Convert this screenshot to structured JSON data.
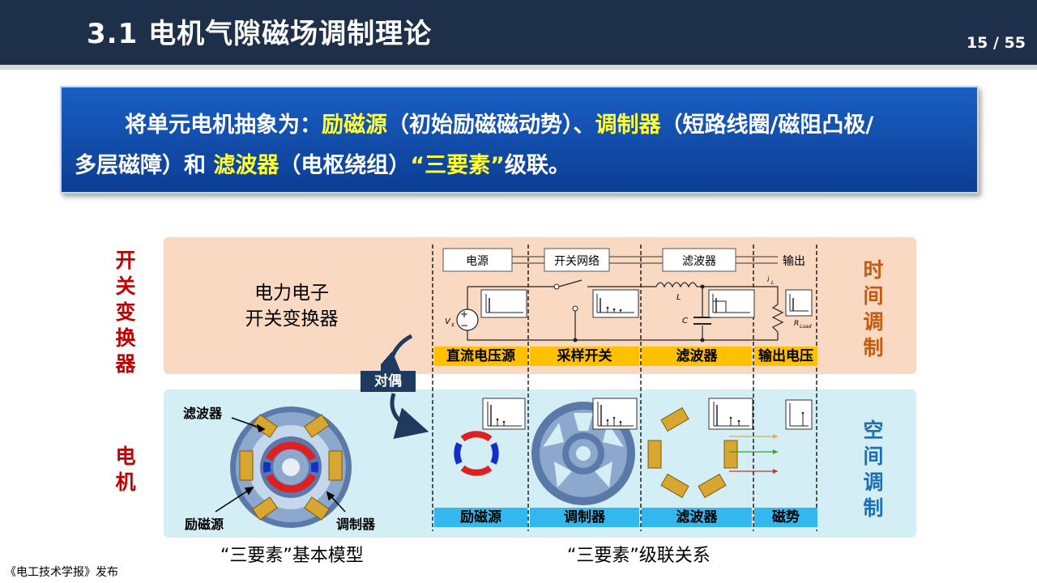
{
  "header": {
    "title": "3.1 电机气隙磁场调制理论",
    "page": "15 / 55"
  },
  "banner": {
    "line1": {
      "p1": "将单元电机抽象为：",
      "h1": "励磁源",
      "p2": "（初始励磁磁动势）、",
      "h2": "调制器",
      "p3": "（短路线圈/磁阻凸极/"
    },
    "line2": {
      "p1": "多层磁障）和 ",
      "h1": "滤波器",
      "p2": "（电枢绕组）",
      "h2": "“三要素”",
      "p3": "级联。"
    }
  },
  "left_labels": {
    "switch_converter": [
      "开",
      "关",
      "变",
      "换",
      "器"
    ],
    "motor": [
      "电",
      "机"
    ]
  },
  "right_labels": {
    "time_modulation": [
      "时",
      "间",
      "调",
      "制"
    ],
    "space_modulation": [
      "空",
      "间",
      "调",
      "制"
    ]
  },
  "converter_name": [
    "电力电子",
    "开关变换器"
  ],
  "duality": "对偶",
  "block_diagram": {
    "blocks": [
      "电源",
      "开关网络",
      "滤波器",
      "输出"
    ]
  },
  "circuit_labels": {
    "vs": "V",
    "vs_sub": "s",
    "L": "L",
    "C": "C",
    "iL": "i",
    "iL_sub": "L",
    "rload": "R",
    "rload_sub": "Load"
  },
  "top_stage_labels": [
    "直流电压源",
    "采样开关",
    "滤波器",
    "输出电压"
  ],
  "bottom_stage_labels": [
    "励磁源",
    "调制器",
    "滤波器",
    "磁势"
  ],
  "motor_labels": {
    "filter": "滤波器",
    "excitation": "励磁源",
    "modulator": "调制器"
  },
  "captions": {
    "left": "“三要素”基本模型",
    "right": "“三要素”级联关系"
  },
  "footer": "《电工技术学报》发布",
  "colors": {
    "header_bg": "#1e3049",
    "banner_bg": "#0b3d93",
    "highlight": "#ffff33",
    "top_panel": "#f9d9c2",
    "bottom_panel": "#d4eef5",
    "label_yellow": "#ffc000",
    "label_cyan": "#33b8ee",
    "accent_red": "#c00000",
    "accent_brown": "#c55a11",
    "accent_blue": "#1f6fb5"
  }
}
